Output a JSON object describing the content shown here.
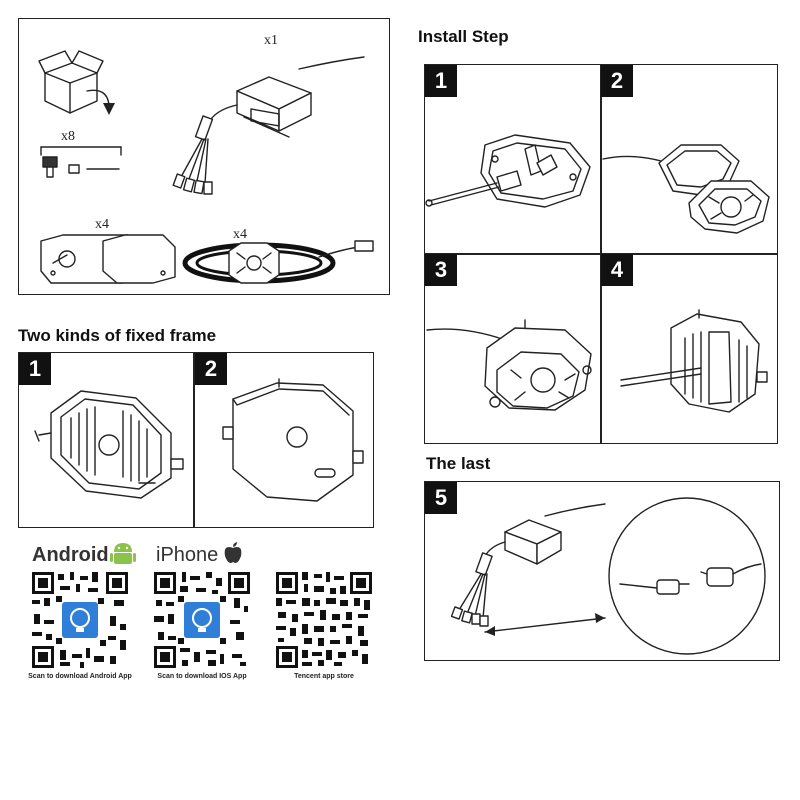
{
  "kit_box": {
    "qty_controller": "x1",
    "qty_screws": "x8",
    "qty_frames": "x4",
    "qty_lights": "x4"
  },
  "fixed_frame": {
    "title": "Two kinds of fixed frame",
    "panels": [
      {
        "number": "1"
      },
      {
        "number": "2"
      }
    ]
  },
  "install": {
    "title": "Install Step",
    "steps": [
      {
        "number": "1"
      },
      {
        "number": "2"
      },
      {
        "number": "3"
      },
      {
        "number": "4"
      }
    ]
  },
  "last": {
    "title": "The last",
    "step_number": "5"
  },
  "apps": {
    "android_label": "Android",
    "iphone_label": "iPhone",
    "qr_codes": [
      {
        "caption": "Scan to download Android App"
      },
      {
        "caption": "Scan to download IOS App"
      },
      {
        "caption": "Tencent app store"
      }
    ],
    "android_color": "#8bc34a",
    "app_icon_color": "#2f7fd9"
  }
}
